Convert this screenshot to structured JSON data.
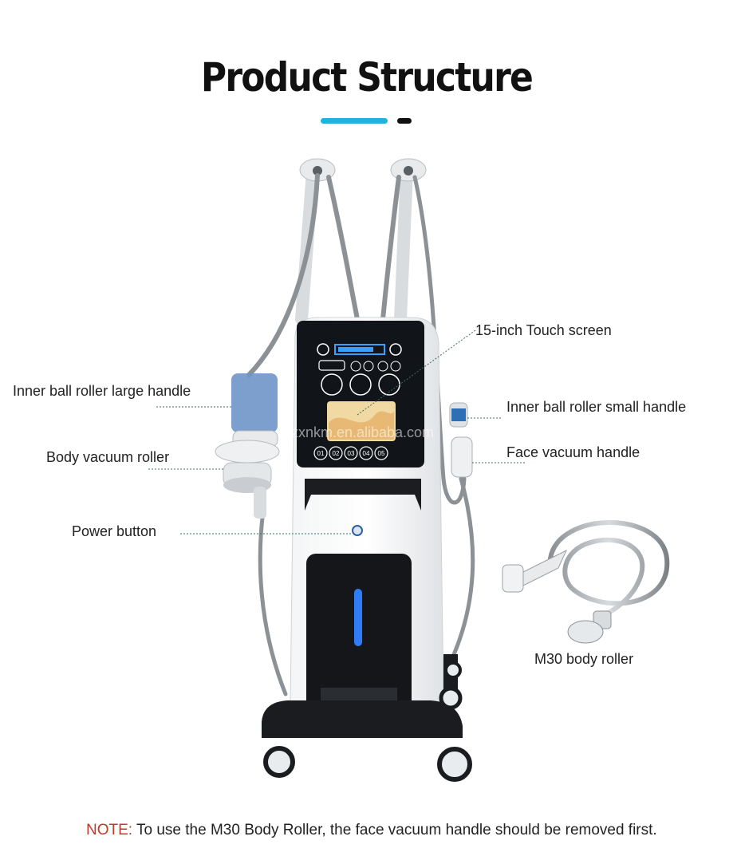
{
  "header": {
    "title": "Product Structure"
  },
  "labels": {
    "touch_screen": "15-inch Touch screen",
    "large_handle": "Inner ball roller large handle",
    "small_handle": "Inner ball roller small handle",
    "body_vacuum_roller": "Body vacuum roller",
    "face_vacuum_handle": "Face vacuum handle",
    "power_button": "Power button",
    "m30_roller": "M30 body roller"
  },
  "screen": {
    "buttons": [
      "01",
      "02",
      "03",
      "04",
      "05"
    ]
  },
  "watermark": "szxnkm.en.alibaba.com",
  "note": {
    "keyword": "NOTE:",
    "text": " To use the M30 Body Roller, the face vacuum handle should be removed first."
  },
  "colors": {
    "accent": "#1fb4dc",
    "note_keyword": "#c0392b",
    "indicator": "#2f7cf6"
  }
}
